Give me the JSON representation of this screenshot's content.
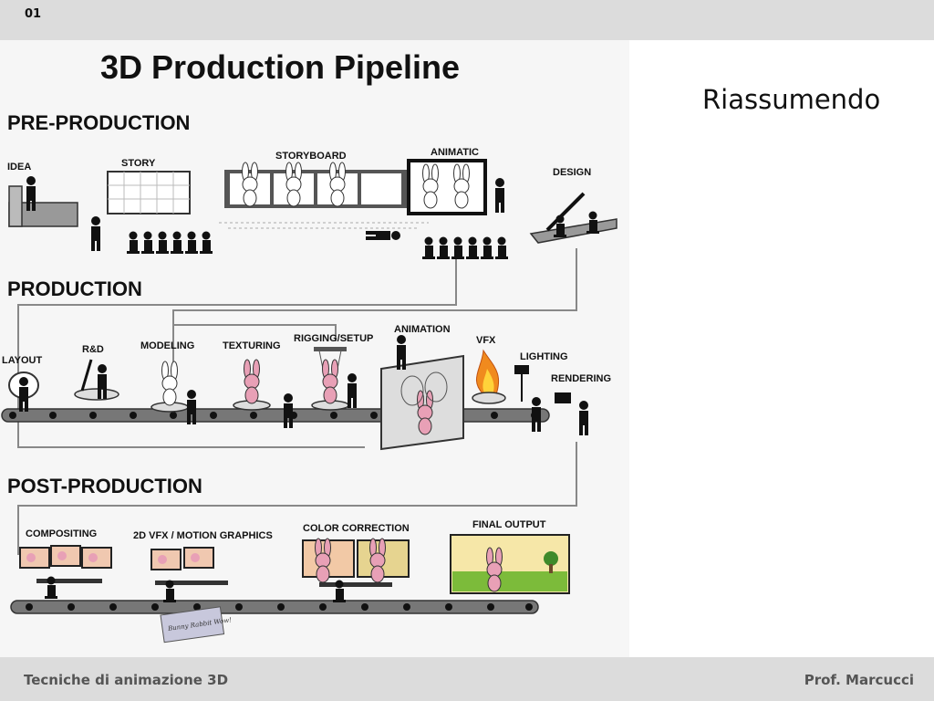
{
  "header": {
    "slide_number": "01"
  },
  "side_title": "Riassumendo",
  "footer": {
    "course": "Tecniche di animazione 3D",
    "author": "Prof. Marcucci"
  },
  "diagram": {
    "title": "3D Production Pipeline",
    "sections": {
      "pre": "PRE-PRODUCTION",
      "prod": "PRODUCTION",
      "post": "POST-PRODUCTION"
    },
    "stages": {
      "idea": "IDEA",
      "story": "STORY",
      "storyboard": "STORYBOARD",
      "animatic": "ANIMATIC",
      "design": "DESIGN",
      "layout": "LAYOUT",
      "rnd": "R&D",
      "modeling": "MODELING",
      "texturing": "TEXTURING",
      "rigging": "RIGGING/SETUP",
      "animation": "ANIMATION",
      "vfx": "VFX",
      "lighting": "LIGHTING",
      "rendering": "RENDERING",
      "compositing": "COMPOSITING",
      "vfx2d": "2D VFX / MOTION GRAPHICS",
      "color": "COLOR CORRECTION",
      "final": "FINAL OUTPUT"
    },
    "card_text": "Bunny Rabbit Wow!"
  }
}
